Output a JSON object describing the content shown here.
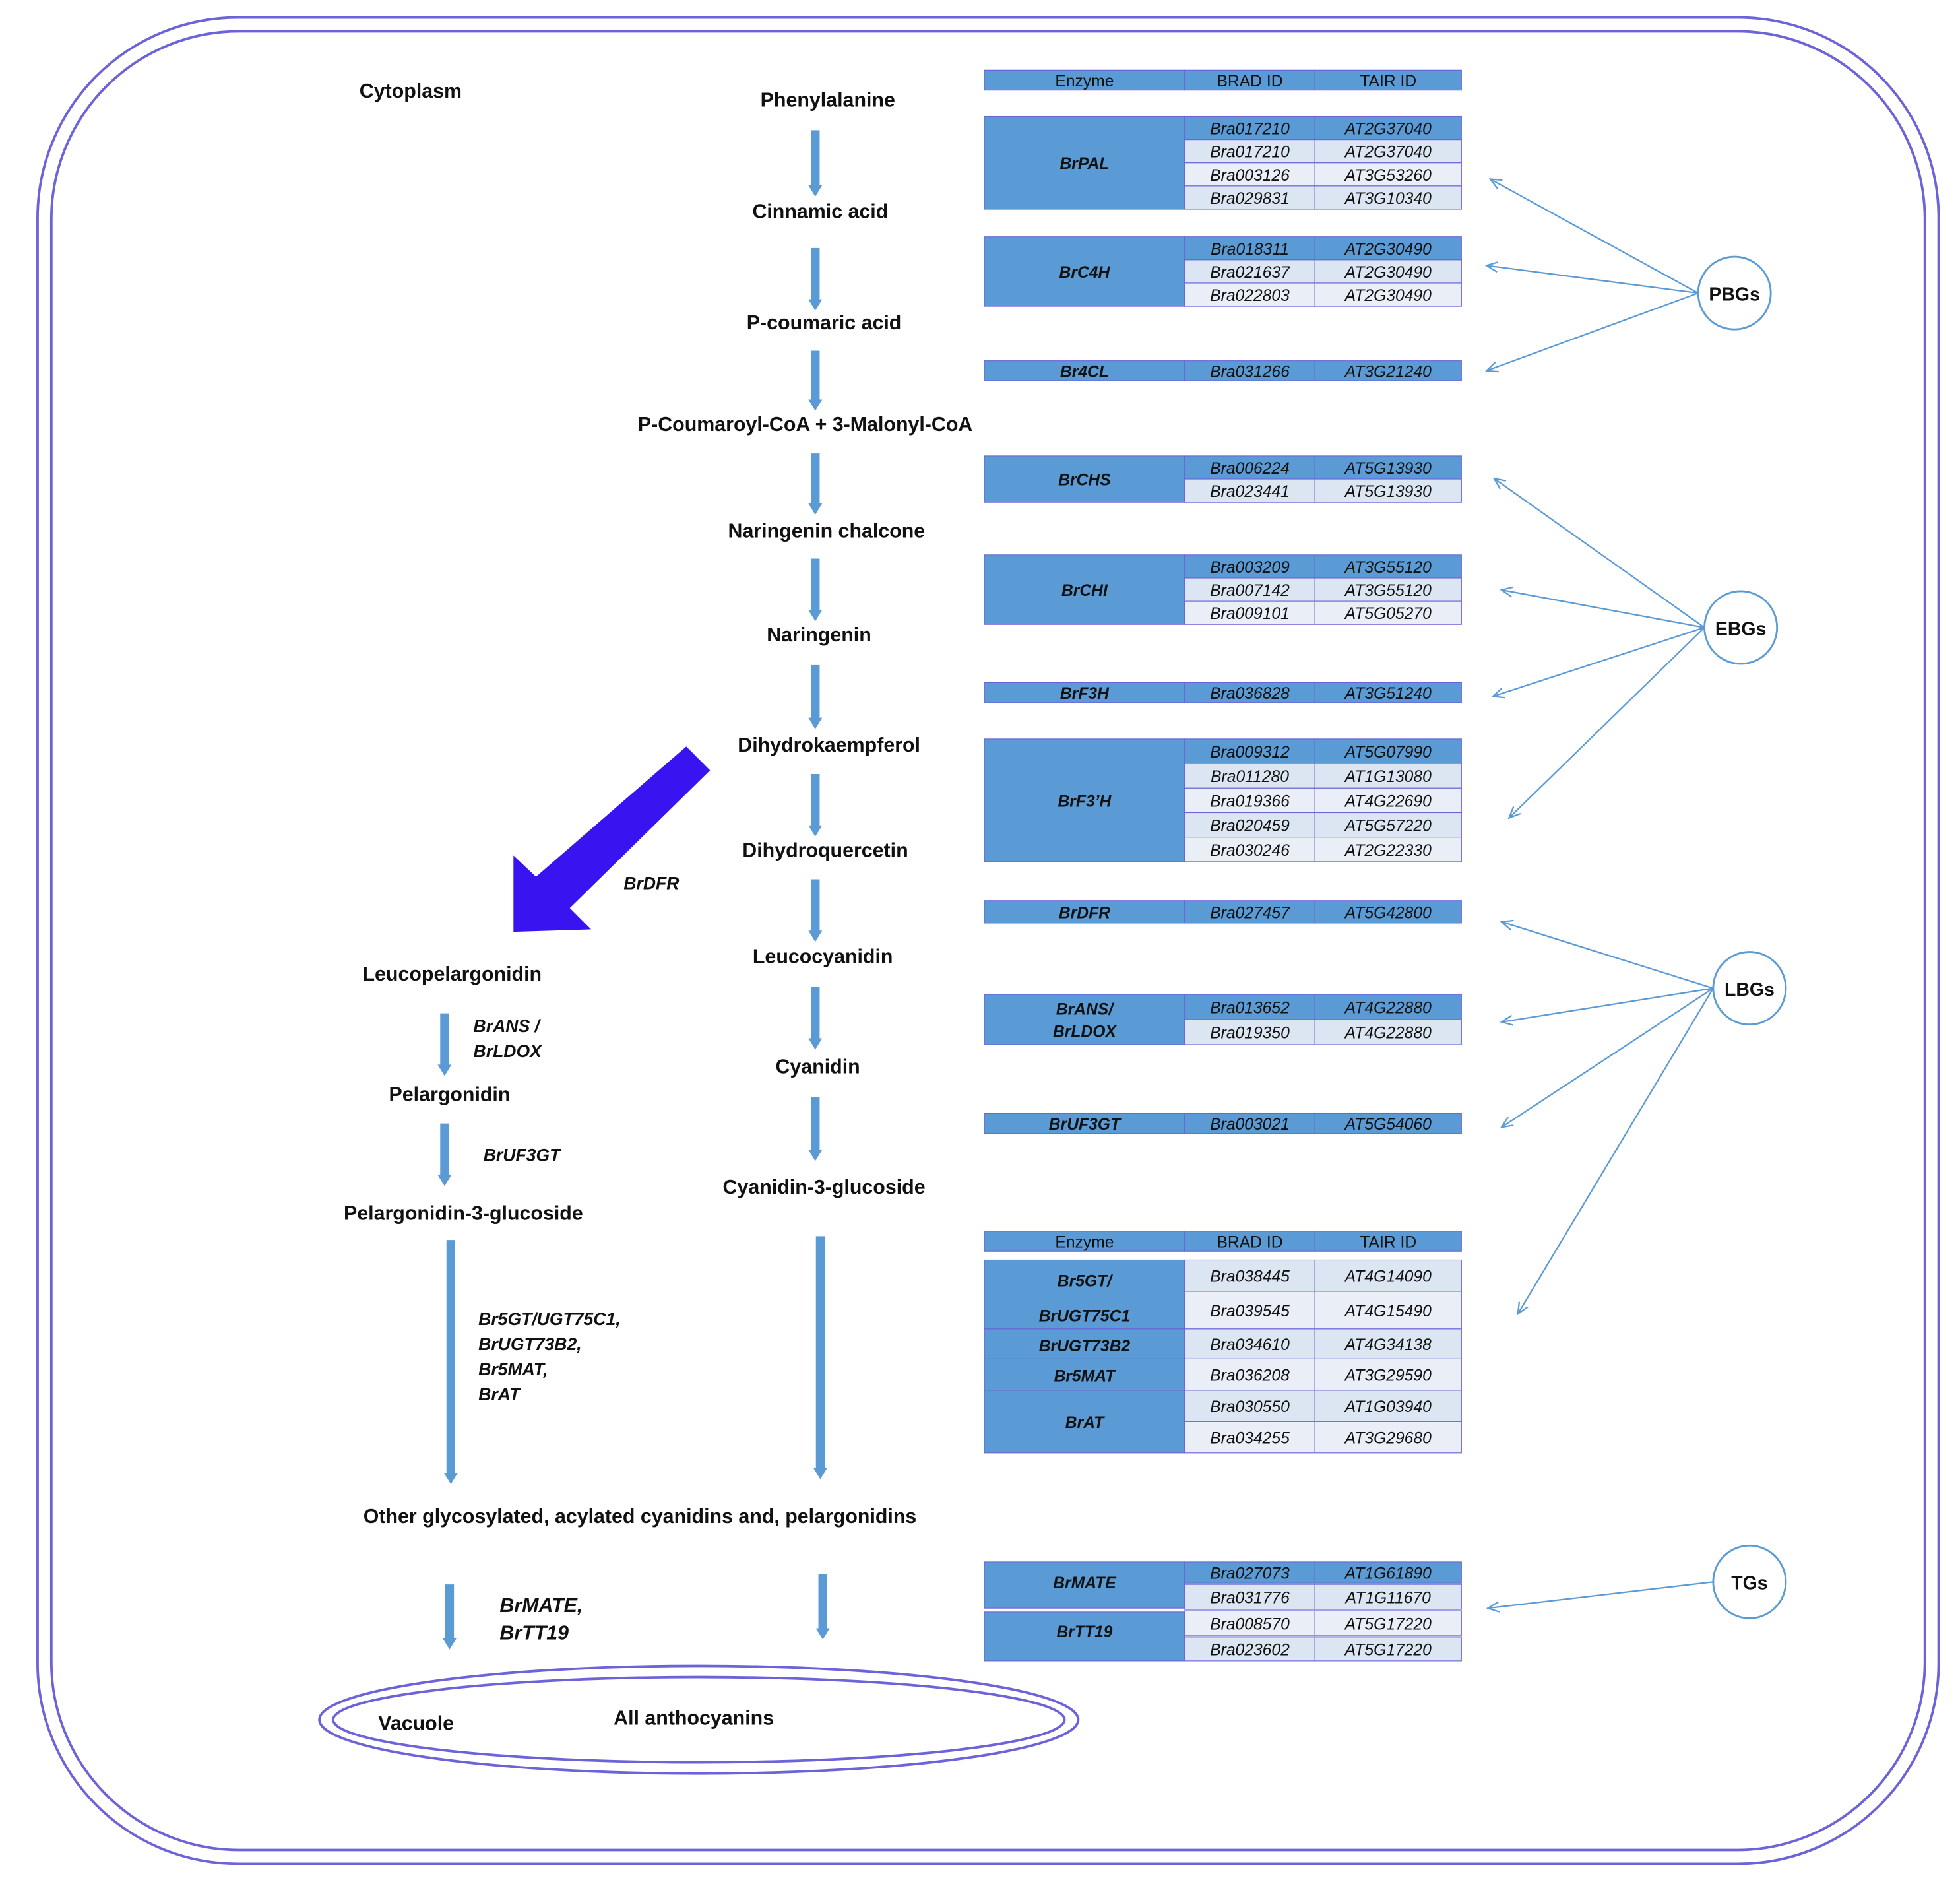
{
  "compartments": {
    "cytoplasm": "Cytoplasm",
    "vacuole": "Vacuole",
    "vacuole_content": "All anthocyanins"
  },
  "metabolites": {
    "phenylalanine": "Phenylalanine",
    "cinnamic_acid": "Cinnamic acid",
    "p_coumaric_acid": "P-coumaric acid",
    "coumaroyl_coa": "P-Coumaroyl-CoA +  3-Malonyl-CoA",
    "naringenin_chalcone": "Naringenin chalcone",
    "naringenin": "Naringenin",
    "dihydrokaempferol": "Dihydrokaempferol",
    "dihydroquercetin": "Dihydroquercetin",
    "leucocyanidin": "Leucocyanidin",
    "cyanidin": "Cyanidin",
    "cyanidin_3_glucoside": "Cyanidin-3-glucoside",
    "leucopelargonidin": "Leucopelargonidin",
    "pelargonidin": "Pelargonidin",
    "pelargonidin_3_glucoside": "Pelargonidin-3-glucoside",
    "other_glycosylated": "Other glycosylated, acylated cyanidins and, pelargonidins"
  },
  "branch_enzymes": {
    "dfr": "BrDFR",
    "ans_line1": "BrANS /",
    "ans_line2": "BrLDOX",
    "uf3gt": "BrUF3GT",
    "line1": "Br5GT/UGT75C1,",
    "line2": "BrUGT73B2,",
    "line3": "Br5MAT,",
    "line4": "BrAT",
    "mate_line1": "BrMATE,",
    "mate_line2": "BrTT19"
  },
  "table_headers": {
    "enzyme": "Enzyme",
    "brad": "BRAD ID",
    "tair": "TAIR ID"
  },
  "gene_tables": {
    "pal": {
      "enzyme": "BrPAL",
      "rows": [
        [
          "Bra017210",
          "AT2G37040"
        ],
        [
          "Bra017210",
          "AT2G37040"
        ],
        [
          "Bra003126",
          "AT3G53260"
        ],
        [
          "Bra029831",
          "AT3G10340"
        ]
      ]
    },
    "c4h": {
      "enzyme": "BrC4H",
      "rows": [
        [
          "Bra018311",
          "AT2G30490"
        ],
        [
          "Bra021637",
          "AT2G30490"
        ],
        [
          "Bra022803",
          "AT2G30490"
        ]
      ]
    },
    "fourcl": {
      "enzyme": "Br4CL",
      "rows": [
        [
          "Bra031266",
          "AT3G21240"
        ]
      ]
    },
    "chs": {
      "enzyme": "BrCHS",
      "rows": [
        [
          "Bra006224",
          "AT5G13930"
        ],
        [
          "Bra023441",
          "AT5G13930"
        ]
      ]
    },
    "chi": {
      "enzyme": "BrCHI",
      "rows": [
        [
          "Bra003209",
          "AT3G55120"
        ],
        [
          "Bra007142",
          "AT3G55120"
        ],
        [
          "Bra009101",
          "AT5G05270"
        ]
      ]
    },
    "f3h": {
      "enzyme": "BrF3H",
      "rows": [
        [
          "Bra036828",
          "AT3G51240"
        ]
      ]
    },
    "f3ph": {
      "enzyme": "BrF3’H",
      "rows": [
        [
          "Bra009312",
          "AT5G07990"
        ],
        [
          "Bra011280",
          "AT1G13080"
        ],
        [
          "Bra019366",
          "AT4G22690"
        ],
        [
          "Bra020459",
          "AT5G57220"
        ],
        [
          "Bra030246",
          "AT2G22330"
        ]
      ]
    },
    "dfr": {
      "enzyme": "BrDFR",
      "rows": [
        [
          "Bra027457",
          "AT5G42800"
        ]
      ]
    },
    "ans": {
      "enzyme_line1": "BrANS/",
      "enzyme_line2": "BrLDOX",
      "rows": [
        [
          "Bra013652",
          "AT4G22880"
        ],
        [
          "Bra019350",
          "AT4G22880"
        ]
      ]
    },
    "uf3gt": {
      "enzyme": "BrUF3GT",
      "rows": [
        [
          "Bra003021",
          "AT5G54060"
        ]
      ]
    },
    "late": {
      "gt_line1": "Br5GT/",
      "gt_line2": "BrUGT75C1",
      "ugt73b2": "BrUGT73B2",
      "mat": "Br5MAT",
      "at": "BrAT",
      "rows": [
        [
          "Bra038445",
          "AT4G14090"
        ],
        [
          "Bra039545",
          "AT4G15490"
        ],
        [
          "Bra034610",
          "AT4G34138"
        ],
        [
          "Bra036208",
          "AT3G29590"
        ],
        [
          "Bra030550",
          "AT1G03940"
        ],
        [
          "Bra034255",
          "AT3G29680"
        ]
      ]
    },
    "transport": {
      "mate": "BrMATE",
      "tt19": "BrTT19",
      "rows": [
        [
          "Bra027073",
          "AT1G61890"
        ],
        [
          "Bra031776",
          "AT1G11670"
        ],
        [
          "Bra008570",
          "AT5G17220"
        ],
        [
          "Bra023602",
          "AT5G17220"
        ]
      ]
    }
  },
  "gene_groups": {
    "pbgs": "PBGs",
    "ebgs": "EBGs",
    "lbgs": "LBGs",
    "tgs": "TGs"
  },
  "colors": {
    "dark_cell": "#5B9BD5",
    "light_cell": "#DCE6F2",
    "light_cell_alt": "#EAEFF7",
    "arrow": "#5B9BD5",
    "big_arrow": "#3A14F0",
    "cell_border": "#6C63D8"
  }
}
